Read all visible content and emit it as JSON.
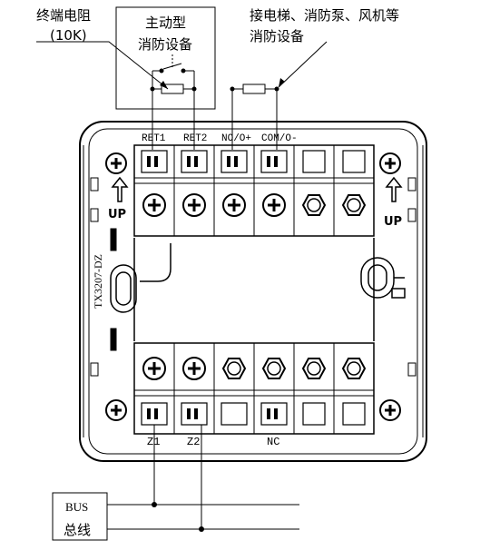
{
  "labels": {
    "end_resistor": "终端电阻",
    "end_resistor_value": "(10K)",
    "active_device_line1": "主动型",
    "active_device_line2": "消防设备",
    "connect_line1": "接电梯、消防泵、风机等",
    "connect_line2": "消防设备",
    "model": "TX3207-DZ",
    "up": "UP",
    "bus_line1": "BUS",
    "bus_line2": "总线"
  },
  "top_terminals": [
    "RET1",
    "RET2",
    "NO/O+",
    "COM/O-"
  ],
  "bottom_terminals": [
    "Z1",
    "Z2",
    "NC"
  ]
}
